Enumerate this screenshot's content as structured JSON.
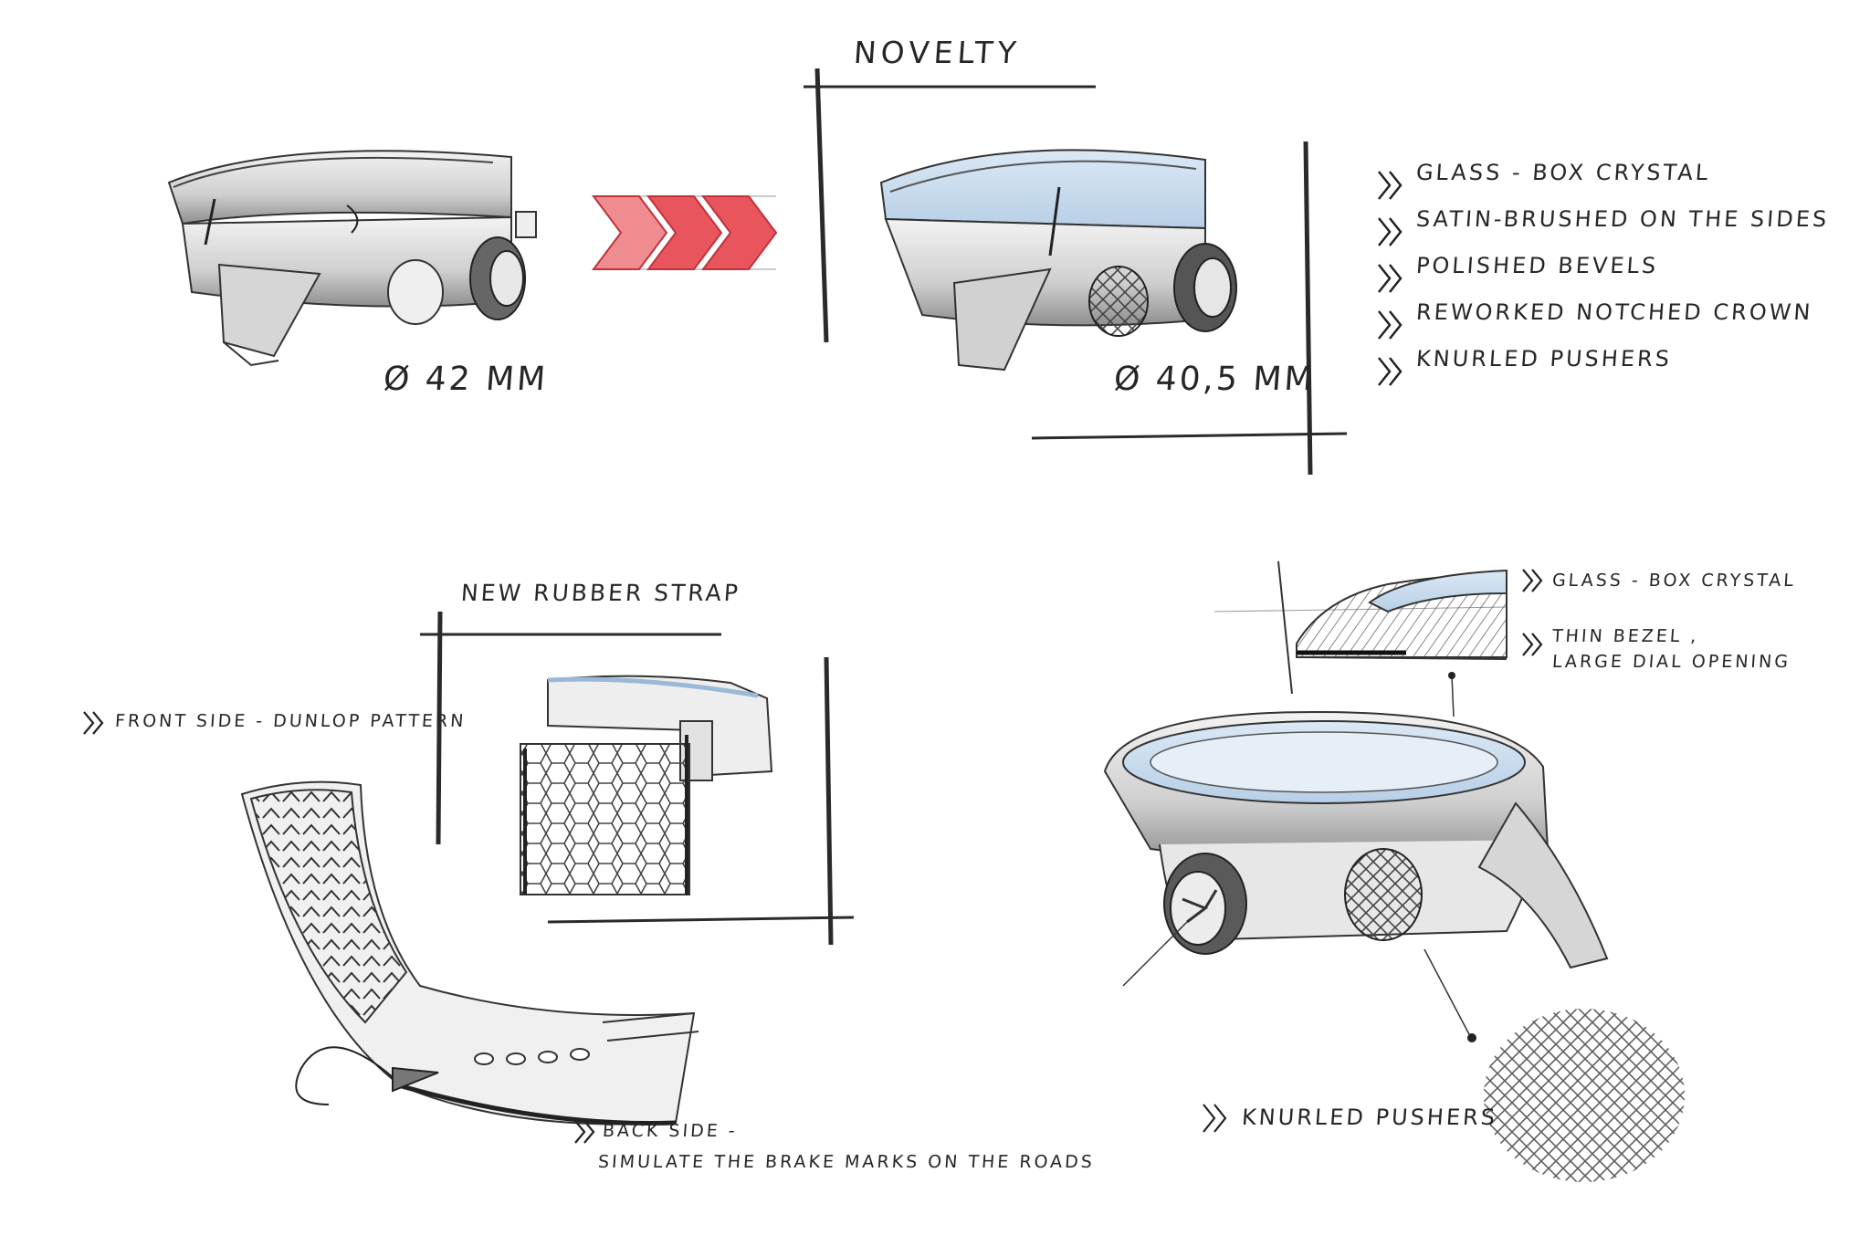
{
  "top": {
    "title": "NOVELTY",
    "old_diameter": "Ø 42 MM",
    "new_diameter": "Ø 40,5 MM",
    "features": [
      "GLASS - BOX CRYSTAL",
      "SATIN-BRUSHED ON THE SIDES",
      "POLISHED BEVELS",
      "REWORKED NOTCHED CROWN",
      "KNURLED PUSHERS"
    ]
  },
  "strap": {
    "title": "NEW RUBBER STRAP",
    "front_note": "FRONT SIDE - DUNLOP PATTERN",
    "back_note_line1": "BACK SIDE -",
    "back_note_line2": "SIMULATE THE BRAKE MARKS ON THE ROADS"
  },
  "detail": {
    "crystal_note": "GLASS - BOX CRYSTAL",
    "bezel_note_line1": "THIN BEZEL ,",
    "bezel_note_line2": "LARGE DIAL OPENING",
    "pushers_note": "KNURLED PUSHERS"
  },
  "colors": {
    "arrow_red": "#e8555c",
    "crystal_blue": "#c9ddef",
    "ink": "#262626",
    "shade": "#9a9a9a"
  },
  "icons": [
    "double-chevron-icon"
  ]
}
